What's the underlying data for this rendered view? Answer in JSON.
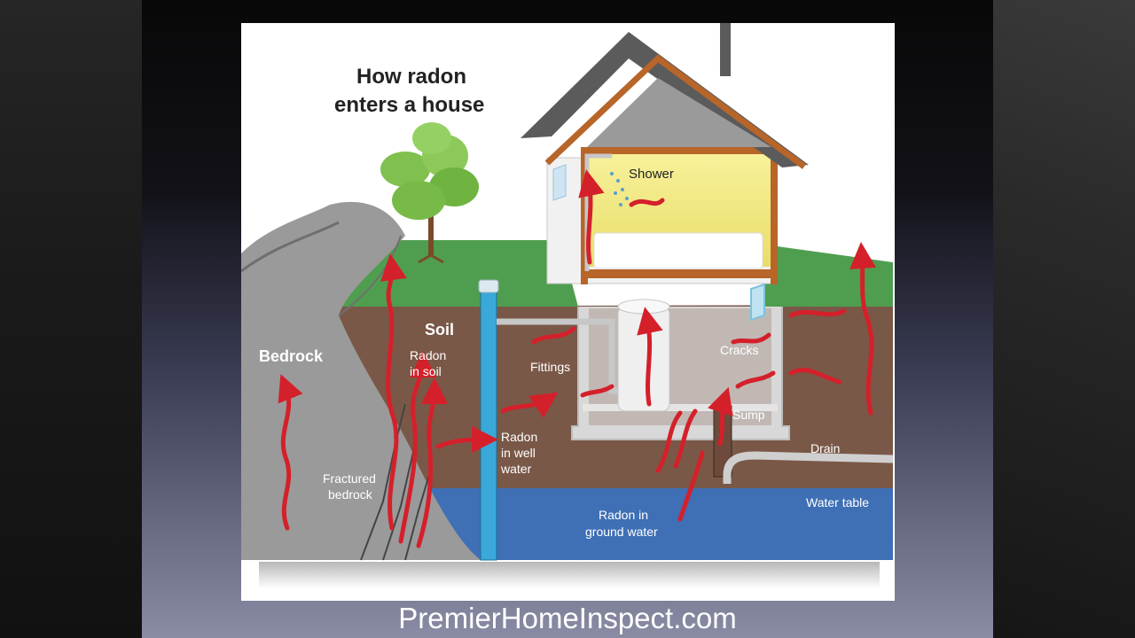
{
  "diagram": {
    "title_line1": "How radon",
    "title_line2": "enters a house",
    "labels": {
      "shower": "Shower",
      "windows": "Windows",
      "soil": "Soil",
      "bedrock": "Bedrock",
      "radon_in_soil_1": "Radon",
      "radon_in_soil_2": "in soil",
      "fittings": "Fittings",
      "cracks": "Cracks",
      "sump": "Sump",
      "radon_well_1": "Radon",
      "radon_well_2": "in well",
      "radon_well_3": "water",
      "drain": "Drain",
      "fractured_1": "Fractured",
      "fractured_2": "bedrock",
      "water_table": "Water table",
      "radon_ground_1": "Radon in",
      "radon_ground_2": "ground water"
    }
  },
  "caption": "PremierHomeInspect.com",
  "colors": {
    "radon_arrow": "#d4202a",
    "soil": "#7a5848",
    "water": "#3f6fb5",
    "grass": "#4f9e4f",
    "bedrock": "#9a9a9a",
    "roof": "#5b5b5b",
    "house_trim": "#b8652a"
  }
}
